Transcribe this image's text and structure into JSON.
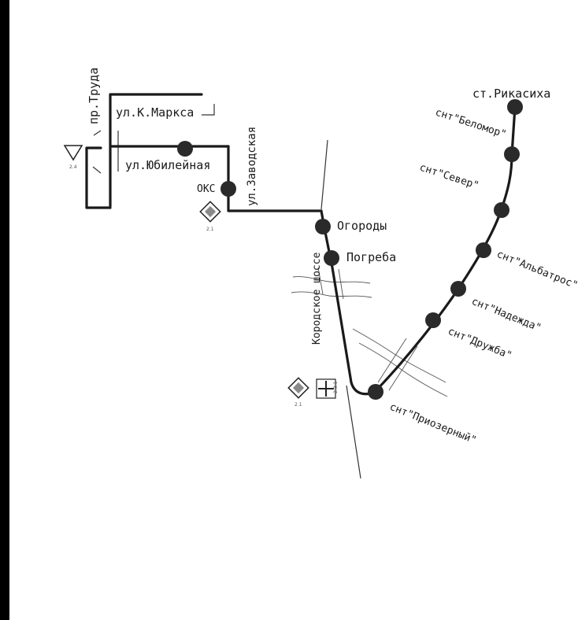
{
  "streets": {
    "pr_truda": "пр.Труда",
    "k_marksa": "ул.К.Маркса",
    "yubileynaya": "ул.Юбилейная",
    "zavodskaya": "ул.Заводская",
    "korodskoe": "Кородское шоссе"
  },
  "stops": {
    "oks": "ОКС",
    "ogorody": "Огороды",
    "pogreba": "Погреба",
    "rikasikha": "ст.Рикасиха",
    "belomor": "снт\"Беломор\"",
    "sever": "снт\"Север\"",
    "albatros": "снт\"Альбатрос\"",
    "nadezhda": "снт\"Надежда\"",
    "druzhba": "снт\"Дружба\"",
    "priozerny": "снт\"Приозерный\""
  },
  "signs": {
    "yield_code": "2.4",
    "main_road_code_1": "2.1",
    "main_road_code_2": "2.1",
    "crossroad_code": "2.3.1"
  },
  "colors": {
    "route": "#1a1a1a",
    "stop": "#2a2a2a",
    "thin_road": "#333333",
    "background": "#ffffff",
    "left_border": "#000000"
  }
}
